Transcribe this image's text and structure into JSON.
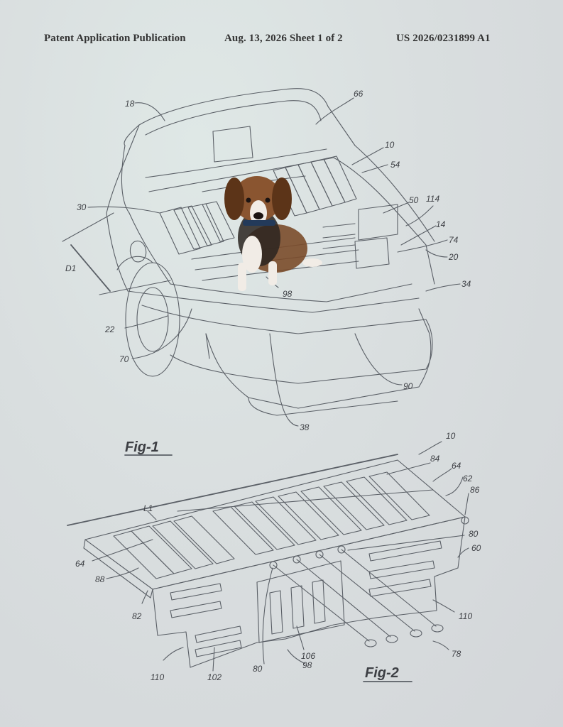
{
  "header": {
    "publication": "Patent Application Publication",
    "date_sheet": "Aug. 13, 2026  Sheet 1 of 2",
    "number": "US 2026/0231899 A1"
  },
  "figures": {
    "fig1_label": "Fig-1",
    "fig2_label": "Fig-2"
  },
  "fig1_refs": {
    "r18": "18",
    "r66": "66",
    "r10": "10",
    "r54": "54",
    "r30": "30",
    "r50": "50",
    "r114": "114",
    "r14": "14",
    "r74": "74",
    "r20": "20",
    "rD1": "D1",
    "r98": "98",
    "r34": "34",
    "r22": "22",
    "r70": "70",
    "r90": "90",
    "r38": "38"
  },
  "fig2_refs": {
    "r10": "10",
    "r84a": "84",
    "r64a": "64",
    "r62": "62",
    "r86": "86",
    "rL1": "L1",
    "r80a": "80",
    "r60": "60",
    "r64b": "64",
    "r88": "88",
    "r82": "82",
    "r110a": "110",
    "r78": "78",
    "r106": "106",
    "r80b": "80",
    "r98": "98",
    "r110b": "110",
    "r102": "102"
  },
  "image": {
    "dog": "dog-icon"
  }
}
